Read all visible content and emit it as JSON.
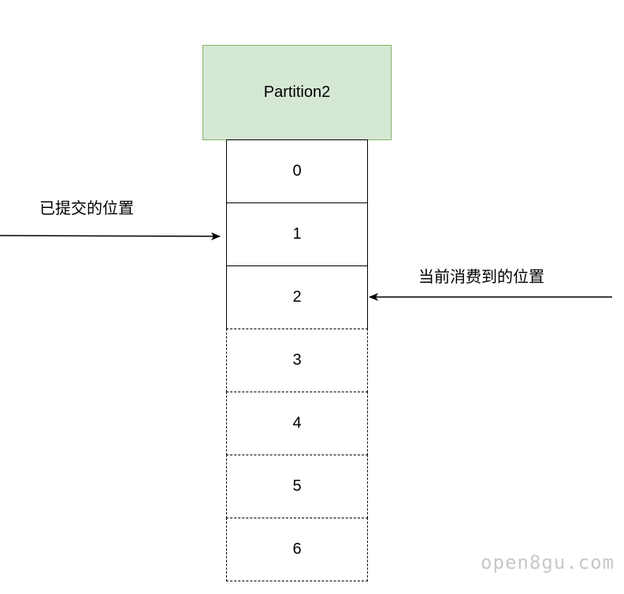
{
  "partition": {
    "title": "Partition2",
    "offsets": [
      {
        "label": "0",
        "style": "solid"
      },
      {
        "label": "1",
        "style": "solid"
      },
      {
        "label": "2",
        "style": "solid"
      },
      {
        "label": "3",
        "style": "dashed"
      },
      {
        "label": "4",
        "style": "dashed"
      },
      {
        "label": "5",
        "style": "dashed"
      },
      {
        "label": "6",
        "style": "dashed"
      }
    ]
  },
  "annotations": {
    "committed": "已提交的位置",
    "current": "当前消费到的位置"
  },
  "watermark": "open8gu.com",
  "colors": {
    "header_fill": "#d5e8d4",
    "header_border": "#82b366"
  }
}
